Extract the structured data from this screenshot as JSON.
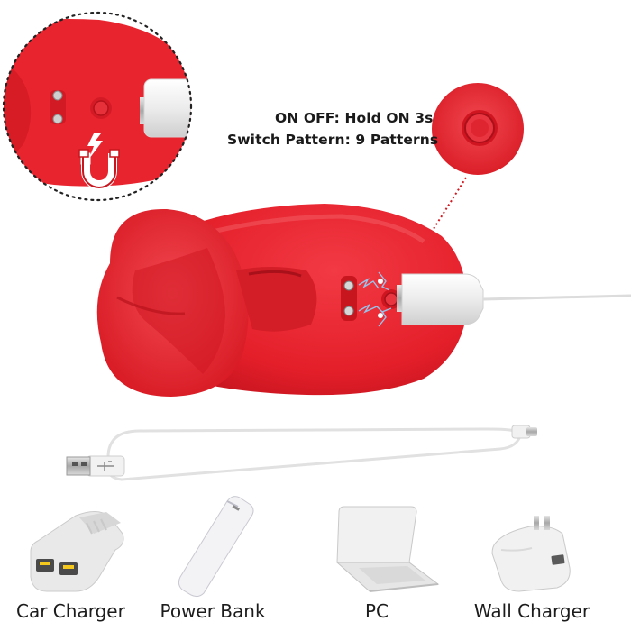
{
  "product": {
    "color_primary": "#e8242f",
    "color_shadow": "#b8141e",
    "color_highlight": "#f5535b"
  },
  "instructions": {
    "on_off": "ON OFF: Hold ON 3s",
    "switch_pattern": "Switch Pattern: 9 Patterns"
  },
  "compatible_chargers": [
    {
      "label": "Car Charger",
      "icon": "car-charger-icon"
    },
    {
      "label": "Power Bank",
      "icon": "power-bank-icon"
    },
    {
      "label": "PC",
      "icon": "laptop-icon"
    },
    {
      "label": "Wall Charger",
      "icon": "wall-charger-icon"
    }
  ]
}
